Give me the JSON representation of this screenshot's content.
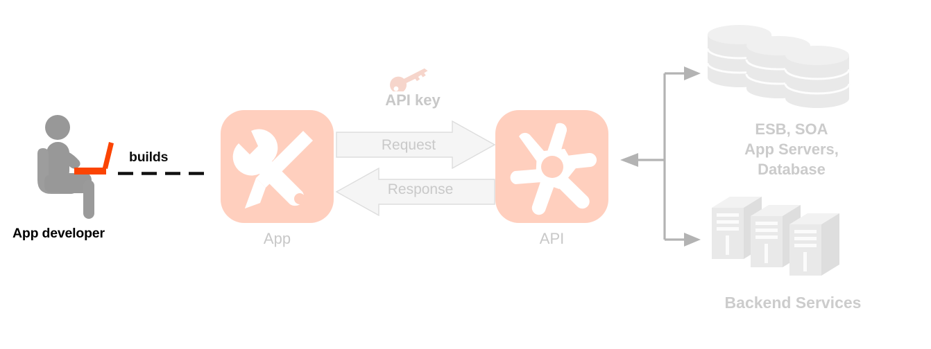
{
  "diagram": {
    "title": "API platform architecture",
    "colors": {
      "tile_fill": "#ffcfbe",
      "tile_glyph": "#ffffff",
      "key_pink": "#f6d5cb",
      "arrow_fill": "#f5f5f5",
      "arrow_stroke": "#dddddd",
      "label_gray": "#c8c8c8",
      "backend_gray": "#e8e8e8",
      "connector_gray": "#b3b3b3",
      "person_gray": "#999999",
      "laptop_orange": "#fb4403",
      "text_black": "#000000"
    }
  },
  "developer": {
    "label": "App developer",
    "icon": "seated-developer-with-laptop-icon"
  },
  "builds": {
    "label": "builds",
    "line_style": "dashed"
  },
  "app": {
    "label": "App",
    "icon": "wrench-and-pencil-icon"
  },
  "api": {
    "label": "API",
    "icon": "api-hub-star-icon"
  },
  "api_key": {
    "label": "API key",
    "icon": "key-icon"
  },
  "messages": {
    "request": {
      "label": "Request",
      "direction": "right"
    },
    "response": {
      "label": "Response",
      "direction": "left"
    }
  },
  "backend": {
    "database": {
      "label_lines": [
        "ESB, SOA",
        "App Servers,",
        "Database"
      ],
      "label": "ESB, SOA App Servers, Database",
      "icon": "database-cylinders-icon"
    },
    "services": {
      "label": "Backend Services",
      "icon": "server-towers-icon"
    },
    "connector": {
      "icon": "branching-arrows-icon",
      "arrows": [
        "to-database",
        "to-api",
        "to-backend-services"
      ]
    }
  }
}
